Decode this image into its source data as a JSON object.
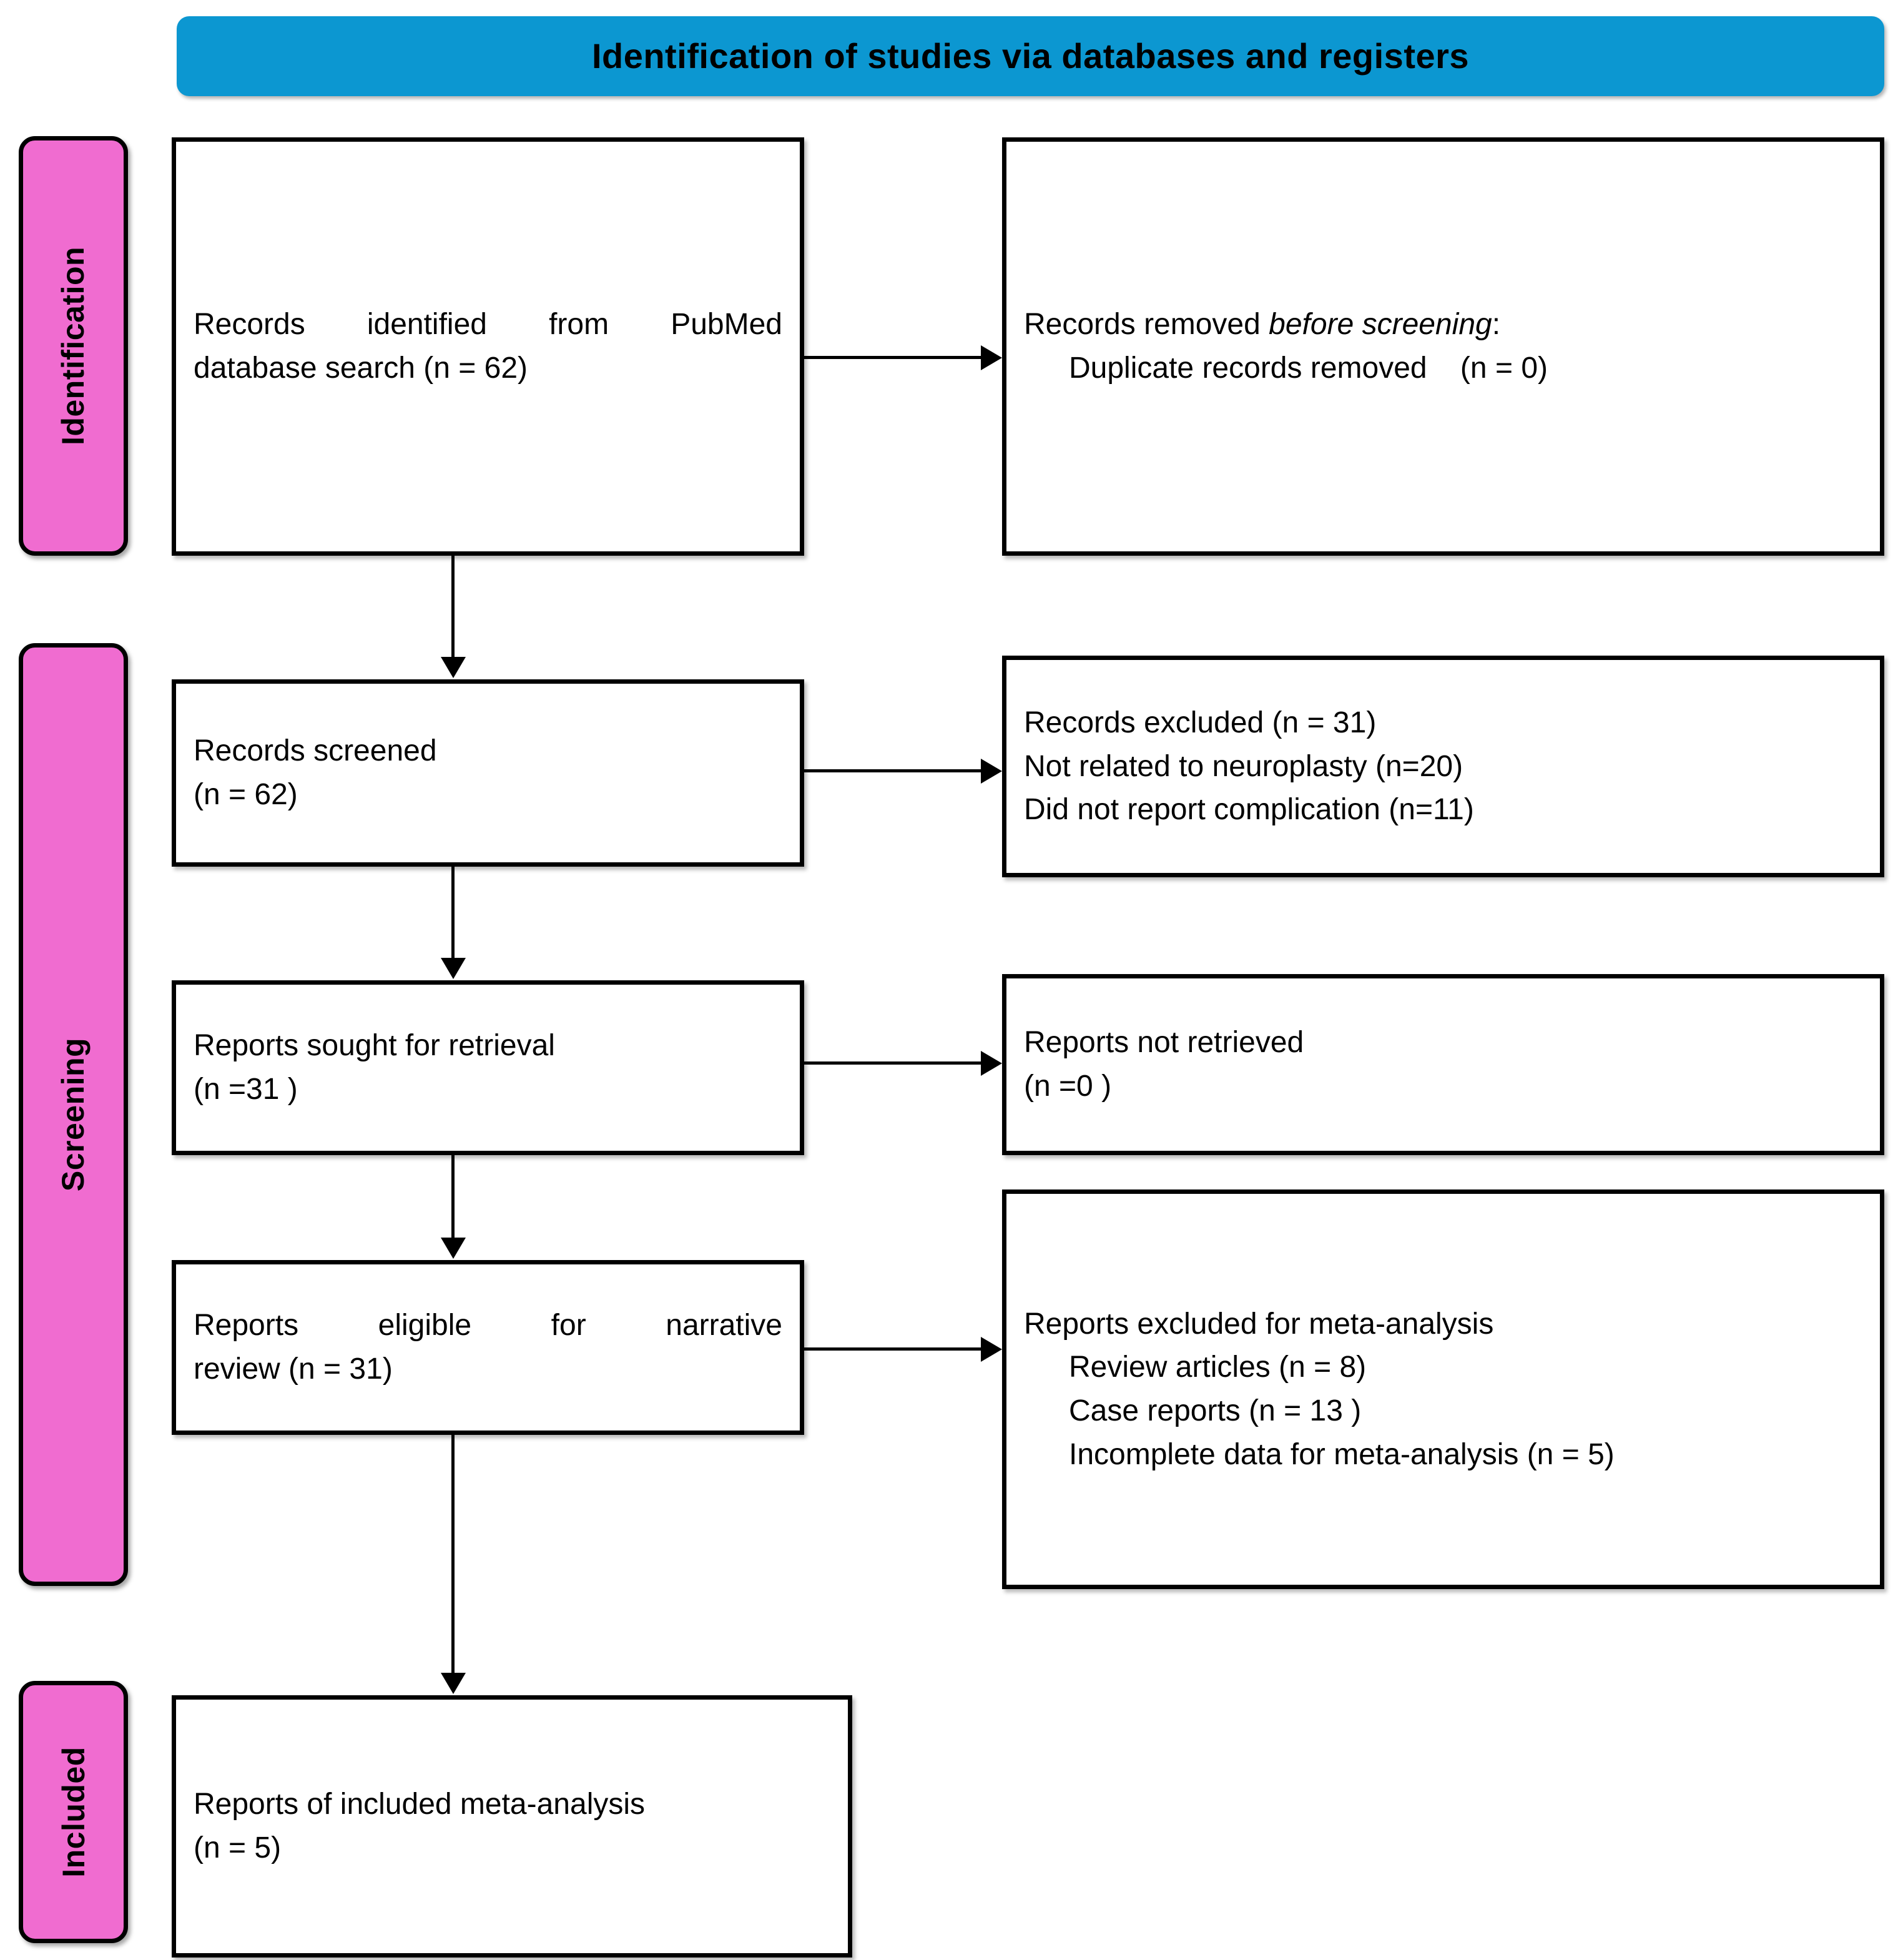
{
  "banner": {
    "title": "Identification of studies via databases and registers"
  },
  "stages": [
    {
      "id": "identification",
      "label": "Identification"
    },
    {
      "id": "screening",
      "label": "Screening"
    },
    {
      "id": "included",
      "label": "Included"
    }
  ],
  "boxes": {
    "identified": {
      "line1": "Records identified from PubMed",
      "line2": "database search (n = 62)"
    },
    "removed": {
      "line1_prefix": "Records removed ",
      "line1_italic": "before screening",
      "line1_suffix": ":",
      "line2": "Duplicate records removed    (n = 0)"
    },
    "screened": {
      "line1": "Records screened",
      "line2": "(n = 62)"
    },
    "excluded": {
      "line1": "Records excluded (n = 31)",
      "line2": "Not related to neuroplasty (n=20)",
      "line3": "Did not report complication (n=11)"
    },
    "sought": {
      "line1": "Reports sought for retrieval",
      "line2": "(n =31 )"
    },
    "not_retrieved": {
      "line1": "Reports not retrieved",
      "line2": "(n =0 )"
    },
    "eligible": {
      "line1": "Reports eligible for narrative",
      "line2": "review (n = 31)"
    },
    "meta_excluded": {
      "line1": "Reports excluded for meta-analysis",
      "line2": "Review articles (n = 8)",
      "line3": "Case reports (n = 13 )",
      "line4": "Incomplete data for meta-analysis (n = 5)"
    },
    "included": {
      "line1": "Reports of included meta-analysis",
      "line2": "(n = 5)"
    }
  },
  "colors": {
    "banner_blue": "#0C97D1",
    "stage_pink": "#F06CD0",
    "border_black": "#000000",
    "box_white": "#FFFFFF"
  }
}
